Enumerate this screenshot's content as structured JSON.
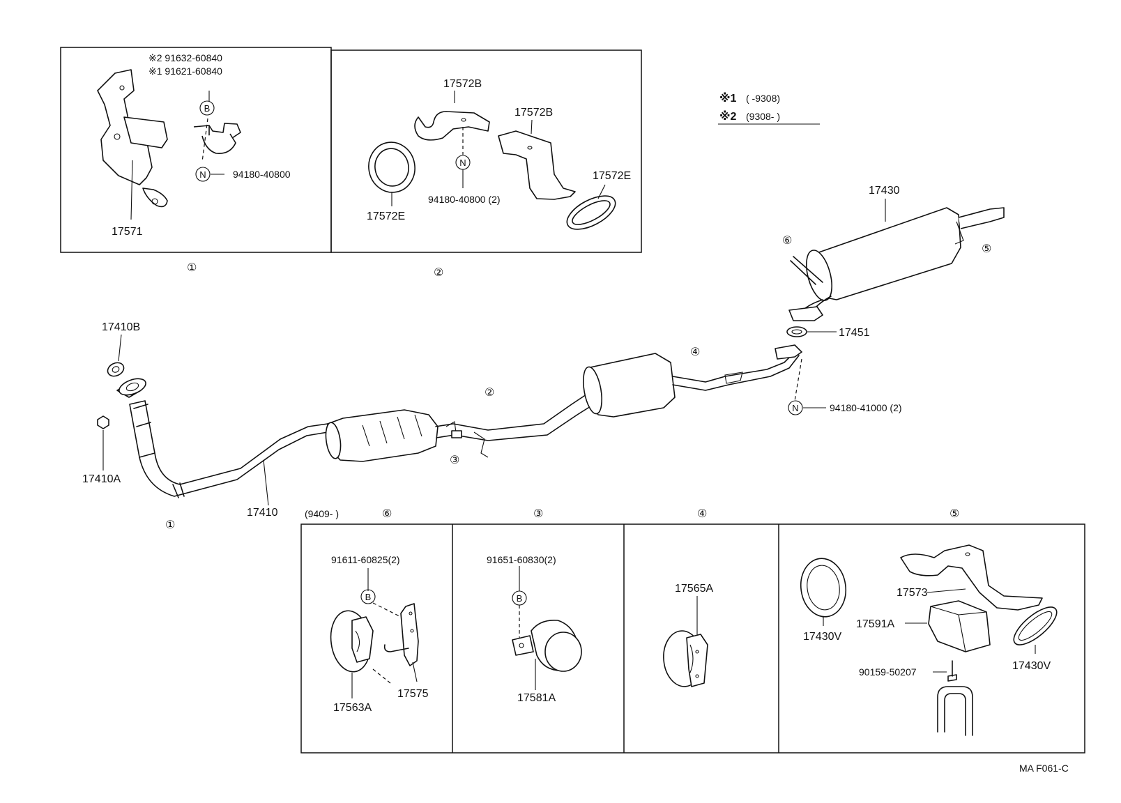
{
  "legend": {
    "note1_mark": "※1",
    "note1_range": "(        -9308)",
    "note2_mark": "※2",
    "note2_range": "(9308-          )"
  },
  "inset1": {
    "ref": "①",
    "bolt_b_alt2": "※2  91632-60840",
    "bolt_b_alt1": "※1  91621-60840",
    "bolt_mark": "B",
    "nut_mark": "N",
    "nut_part": "94180-40800",
    "bracket_part": "17571"
  },
  "inset2": {
    "ref": "②",
    "bracket_top": "17572B",
    "bracket_right": "17572B",
    "ring_left": "17572E",
    "ring_right": "17572E",
    "nut_mark": "N",
    "nut_part": "94180-40800 (2)"
  },
  "main": {
    "gasket_top": "17410B",
    "nut_front": "17410A",
    "front_pipe": "17410",
    "ref_front": "①",
    "ref_center": "②",
    "ref_hanger_a": "③",
    "ref_hanger_b": "④",
    "ref_tail_a": "⑤",
    "ref_tail_b": "⑥",
    "muffler": "17430",
    "gasket_tail": "17451",
    "nut_mark": "N",
    "nut_tail": "94180-41000 (2)"
  },
  "bottom_panels": {
    "p6": {
      "range": "(9409-          )",
      "ref": "⑥",
      "bolt_mark": "B",
      "bolt": "91611-60825(2)",
      "support": "17563A",
      "bracket": "17575"
    },
    "p3": {
      "ref": "③",
      "bolt_mark": "B",
      "bolt": "91651-60830(2)",
      "support": "17581A"
    },
    "p4": {
      "ref": "④",
      "support": "17565A"
    },
    "p5": {
      "ref": "⑤",
      "ring_left": "17430V",
      "bracket": "17573",
      "block": "17591A",
      "bolt": "90159-50207",
      "ring_right": "17430V"
    }
  },
  "figure_code": "MA F061-C"
}
